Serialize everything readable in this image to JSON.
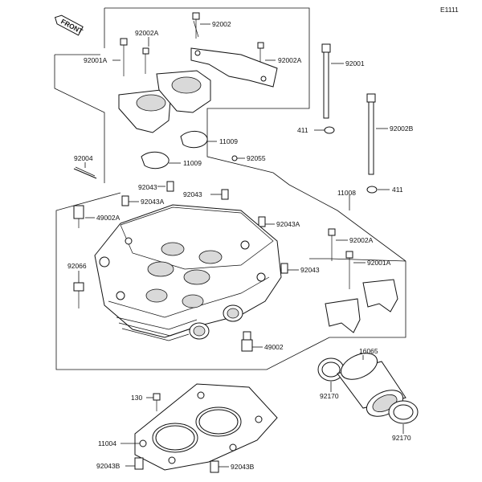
{
  "diagram_code": "E1111",
  "front_label": "FRONT",
  "callouts": [
    {
      "id": "c-92002-top",
      "text": "92002"
    },
    {
      "id": "c-92002a-left",
      "text": "92002A"
    },
    {
      "id": "c-92001a-left",
      "text": "92001A"
    },
    {
      "id": "c-92002a-right",
      "text": "92002A"
    },
    {
      "id": "c-92001",
      "text": "92001"
    },
    {
      "id": "c-11009-a",
      "text": "11009"
    },
    {
      "id": "c-11009-b",
      "text": "11009"
    },
    {
      "id": "c-411-a",
      "text": "411"
    },
    {
      "id": "c-92002b",
      "text": "92002B"
    },
    {
      "id": "c-92004",
      "text": "92004"
    },
    {
      "id": "c-92055",
      "text": "92055"
    },
    {
      "id": "c-92043-a",
      "text": "92043"
    },
    {
      "id": "c-92043-b",
      "text": "92043"
    },
    {
      "id": "c-92043a-a",
      "text": "92043A"
    },
    {
      "id": "c-411-b",
      "text": "411"
    },
    {
      "id": "c-11008",
      "text": "11008"
    },
    {
      "id": "c-49002a",
      "text": "49002A"
    },
    {
      "id": "c-92043a-b",
      "text": "92043A"
    },
    {
      "id": "c-92002a-lower",
      "text": "92002A"
    },
    {
      "id": "c-92001a-lower",
      "text": "92001A"
    },
    {
      "id": "c-92066",
      "text": "92066"
    },
    {
      "id": "c-92043-c",
      "text": "92043"
    },
    {
      "id": "c-49002",
      "text": "49002"
    },
    {
      "id": "c-16065",
      "text": "16065"
    },
    {
      "id": "c-130",
      "text": "130"
    },
    {
      "id": "c-92170-a",
      "text": "92170"
    },
    {
      "id": "c-11004",
      "text": "11004"
    },
    {
      "id": "c-92170-b",
      "text": "92170"
    },
    {
      "id": "c-92043b-a",
      "text": "92043B"
    },
    {
      "id": "c-92043b-b",
      "text": "92043B"
    }
  ]
}
